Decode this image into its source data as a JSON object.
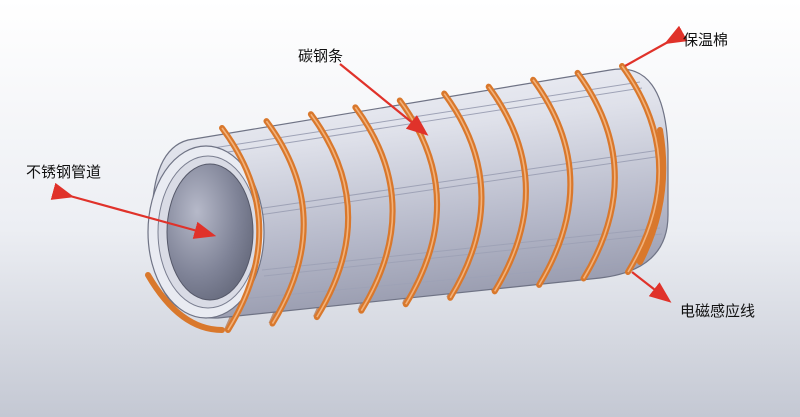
{
  "labels": {
    "insulation_cotton": "保温棉",
    "carbon_steel_strip": "碳钢条",
    "stainless_steel_pipe": "不锈钢管道",
    "induction_coil": "电磁感应线"
  },
  "colors": {
    "background_top": "#ffffff",
    "background_bottom": "#c9ccd6",
    "coil": "#d9782c",
    "coil_dark": "#a8521a",
    "pipe_light": "#eef0f6",
    "pipe_dark": "#8f93a8",
    "arrow": "#e0322a"
  }
}
